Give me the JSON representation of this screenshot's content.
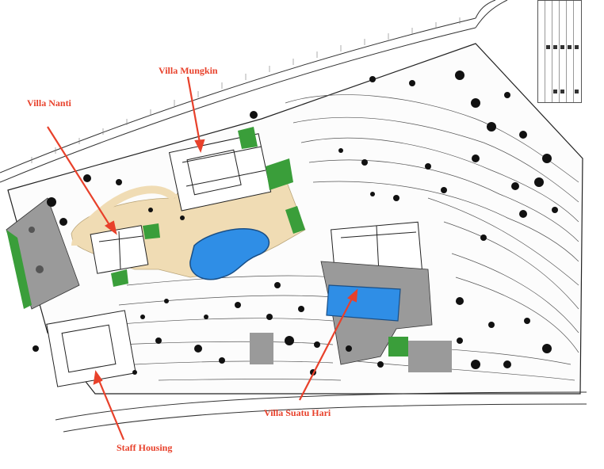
{
  "labels": {
    "villa_mungkin": "Villa Mungkin",
    "villa_nanti": "Villa Nanti",
    "villa_suatu_hari": "Villa Suatu Hari",
    "staff_housing": "Staff Housing"
  },
  "colors": {
    "label": "#e8412b",
    "pool": "#2f8ee6",
    "lawn": "#3a9e3a",
    "sand": "#f0dcb4",
    "paving": "#9a9a9a",
    "linework": "#222222"
  }
}
